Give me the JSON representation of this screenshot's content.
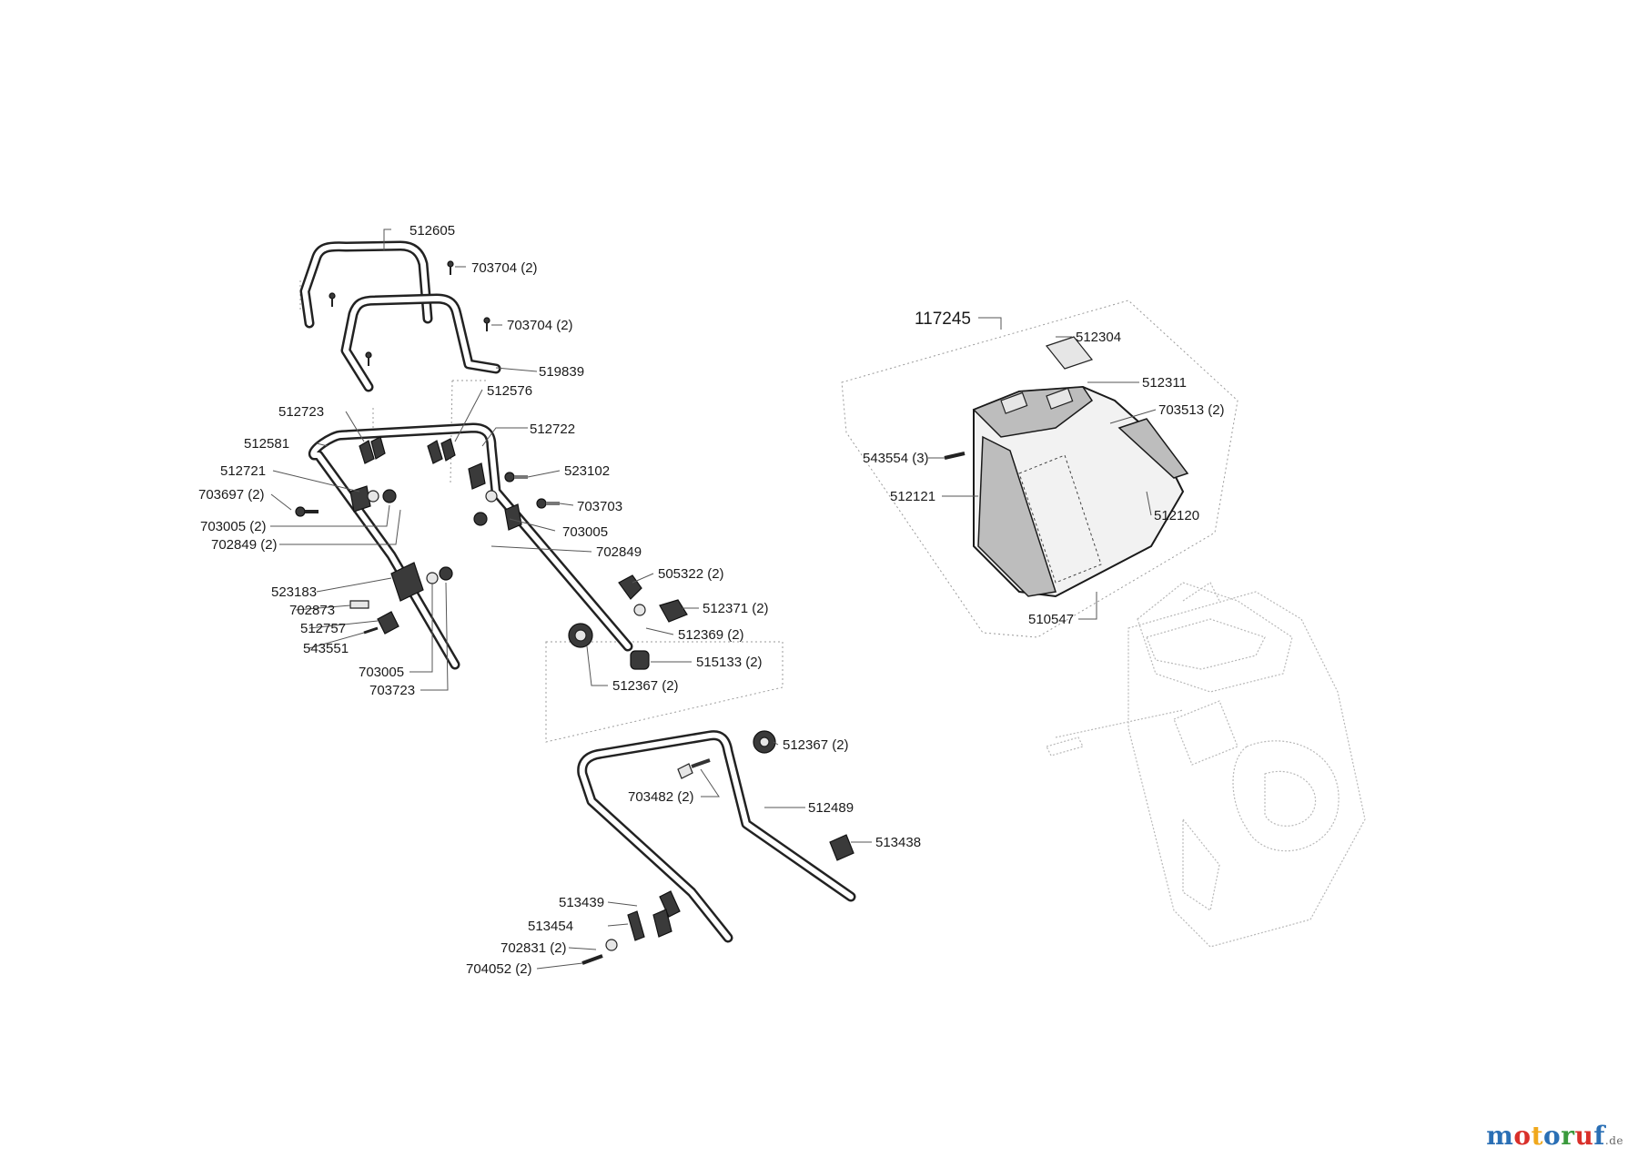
{
  "labels": [
    "512605",
    "703704 (2)",
    "703704 (2)",
    "519839",
    "512576",
    "512723",
    "512581",
    "512722",
    "512721",
    "523102",
    "703697 (2)",
    "703703",
    "703005 (2)",
    "703005",
    "702849 (2)",
    "702849",
    "523183",
    "505322 (2)",
    "702873",
    "512371 (2)",
    "512757",
    "512369 (2)",
    "543551",
    "515133 (2)",
    "703005",
    "703723",
    "512367 (2)",
    "512367 (2)",
    "703482 (2)",
    "512489",
    "513438",
    "513439",
    "513454",
    "702831 (2)",
    "704052 (2)",
    "117245",
    "512304",
    "512311",
    "703513 (2)",
    "543554 (3)",
    "512121",
    "512120",
    "510547"
  ],
  "logo": {
    "brand": "motoruf",
    "tld": ".de",
    "letter_colors": [
      "#2a6fb5",
      "#d9302a",
      "#f0a81c",
      "#2a6fb5",
      "#3a9a3c",
      "#d9302a",
      "#2a6fb5"
    ]
  }
}
